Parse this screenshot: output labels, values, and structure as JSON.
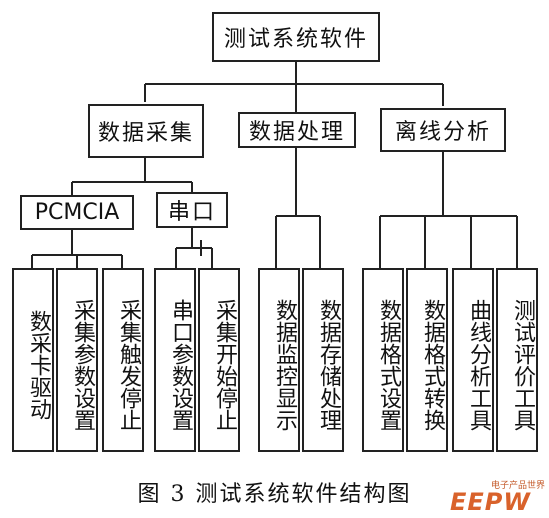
{
  "diagram": {
    "root": "测试系统软件",
    "level2": [
      "数据采集",
      "数据处理",
      "离线分析"
    ],
    "level3": [
      "PCMCIA",
      "串口"
    ],
    "leaves": {
      "pcmcia": [
        "数采卡驱动",
        "采集参数设置",
        "采集触发停止"
      ],
      "serial": [
        "串口参数设置",
        "采集开始停止"
      ],
      "processing": [
        "数据监控显示",
        "数据存储处理"
      ],
      "offline": [
        "数据格式设置",
        "数据格式转换",
        "曲线分析工具",
        "测试评价工具"
      ]
    }
  },
  "caption": "图 3  测试系统软件结构图",
  "watermark": {
    "logo": "EEPW",
    "tagline": "电子产品世界",
    "color": "#d9622b"
  }
}
